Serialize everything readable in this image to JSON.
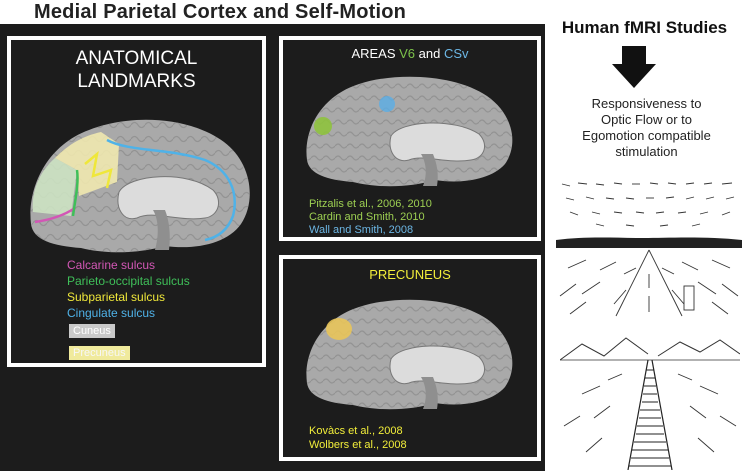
{
  "title": "Medial Parietal Cortex and Self-Motion",
  "landmarks": {
    "heading_line1": "ANATOMICAL",
    "heading_line2": "LANDMARKS",
    "legend": [
      {
        "label": "Calcarine sulcus",
        "color": "#d257b5"
      },
      {
        "label": "Parieto-occipital sulcus",
        "color": "#3fbf59"
      },
      {
        "label": "Subparietal sulcus",
        "color": "#efe73a"
      },
      {
        "label": "Cingulate sulcus",
        "color": "#4fb2e8"
      }
    ],
    "cuneus_label": "Cuneus",
    "precuneus_label": "Precuneus"
  },
  "areas": {
    "title_prefix": "AREAS",
    "v6_label": "V6",
    "and_label": "and",
    "csv_label": "CSv",
    "v6_color": "#7cc24a",
    "csv_color": "#6cb6e4",
    "refs": [
      {
        "text": "Pitzalis et al., 2006, 2010",
        "color": "#9dcf52"
      },
      {
        "text": "Cardin and Smith, 2010",
        "color": "#9dcf52"
      },
      {
        "text": "Wall and Smith, 2008",
        "color": "#6cb6e4"
      }
    ]
  },
  "precuneus": {
    "title": "PRECUNEUS",
    "refs": [
      {
        "text": "Kovàcs et al., 2008"
      },
      {
        "text": "Wolbers et al., 2008"
      }
    ]
  },
  "right": {
    "title": "Human fMRI Studies",
    "desc_line1": "Responsiveness to",
    "desc_line2": "Optic Flow or to",
    "desc_line3": "Egomotion compatible",
    "desc_line4": "stimulation"
  }
}
